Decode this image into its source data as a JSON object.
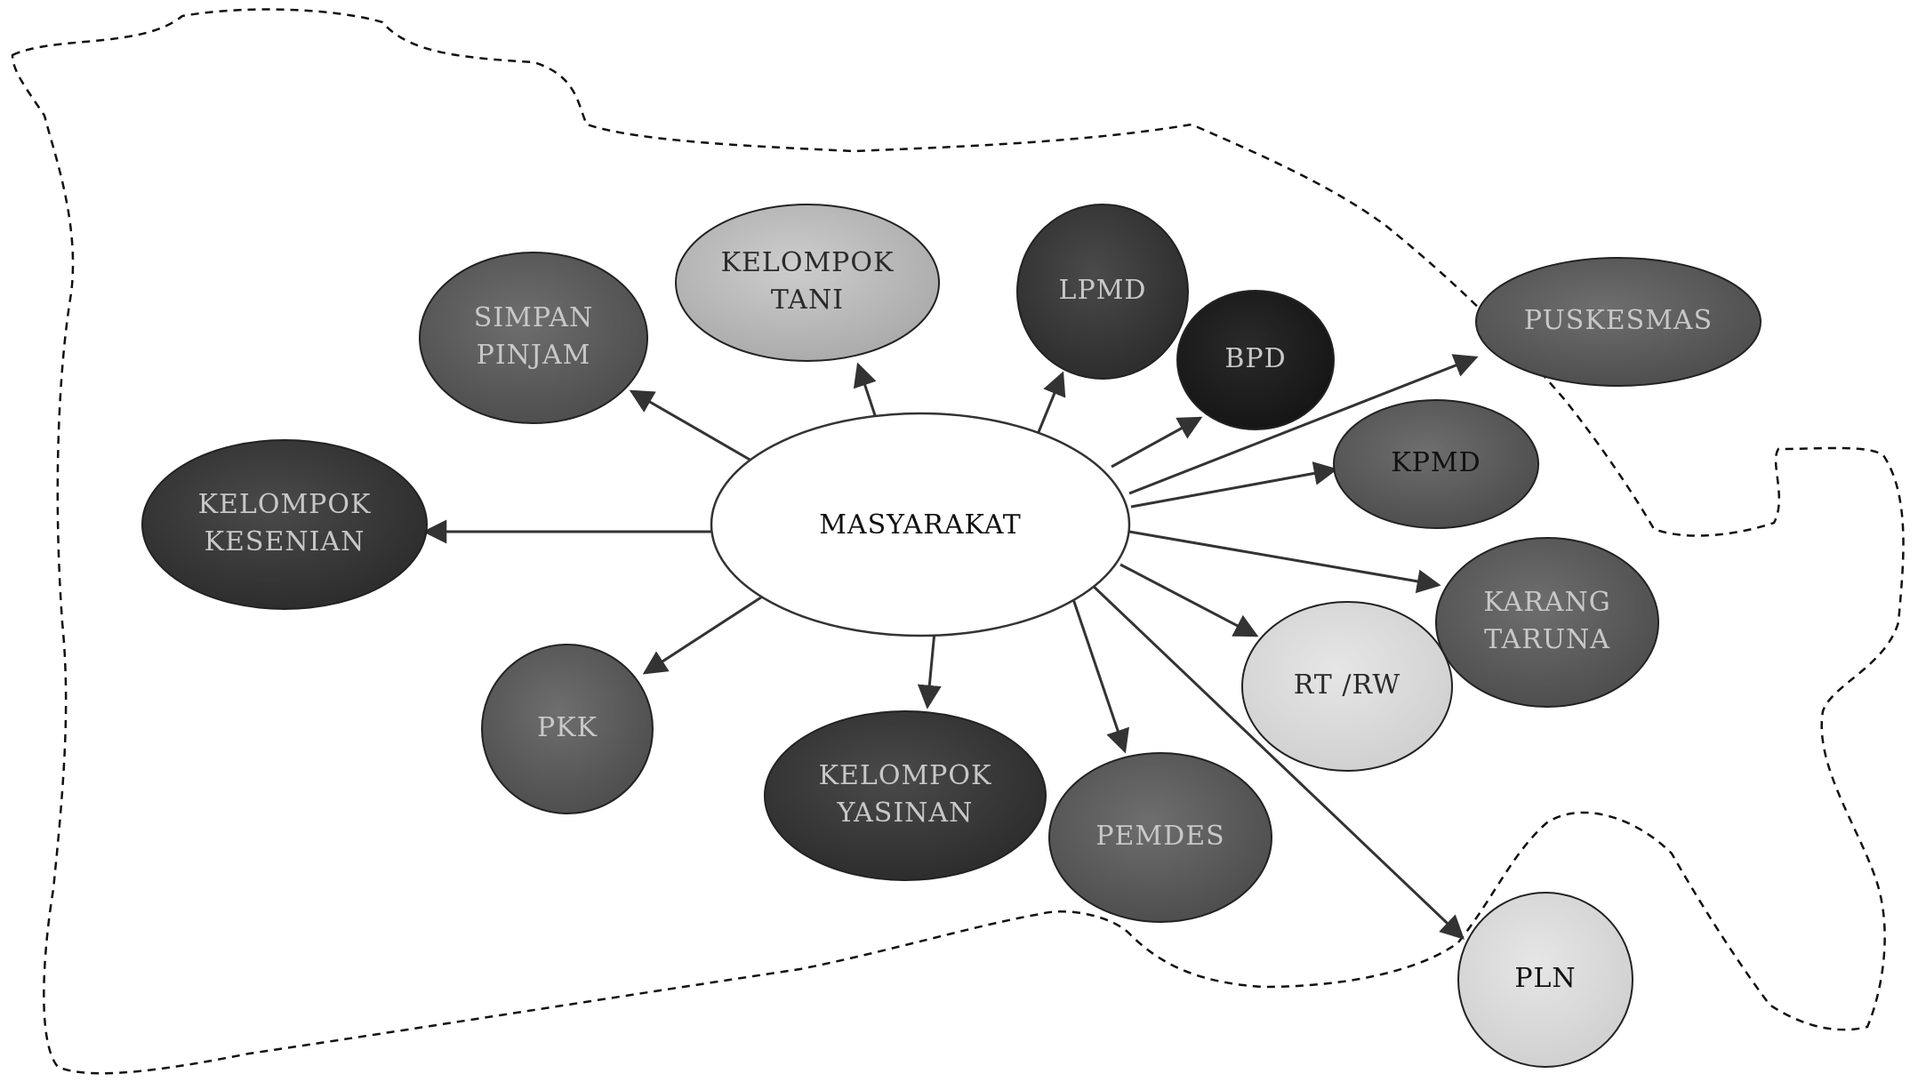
{
  "center": {
    "label": "MASYARAKAT"
  },
  "nodes": [
    {
      "id": "simpan-pinjam",
      "lines": [
        "SIMPAN",
        "PINJAM"
      ]
    },
    {
      "id": "kelompok-tani",
      "lines": [
        "KELOMPOK",
        "TANI"
      ]
    },
    {
      "id": "lpmd",
      "lines": [
        "LPMD"
      ]
    },
    {
      "id": "bpd",
      "lines": [
        "BPD"
      ]
    },
    {
      "id": "puskesmas",
      "lines": [
        "PUSKESMAS"
      ]
    },
    {
      "id": "kpmd",
      "lines": [
        "KPMD"
      ]
    },
    {
      "id": "kelompok-kesenian",
      "lines": [
        "KELOMPOK",
        "KESENIAN"
      ]
    },
    {
      "id": "karang-taruna",
      "lines": [
        "KARANG",
        "TARUNA"
      ]
    },
    {
      "id": "rt-rw",
      "lines": [
        "RT /RW"
      ]
    },
    {
      "id": "pkk",
      "lines": [
        "PKK"
      ]
    },
    {
      "id": "kelompok-yasinan",
      "lines": [
        "KELOMPOK",
        "YASINAN"
      ]
    },
    {
      "id": "pemdes",
      "lines": [
        "PEMDES"
      ]
    },
    {
      "id": "pln",
      "lines": [
        "PLN"
      ]
    }
  ]
}
